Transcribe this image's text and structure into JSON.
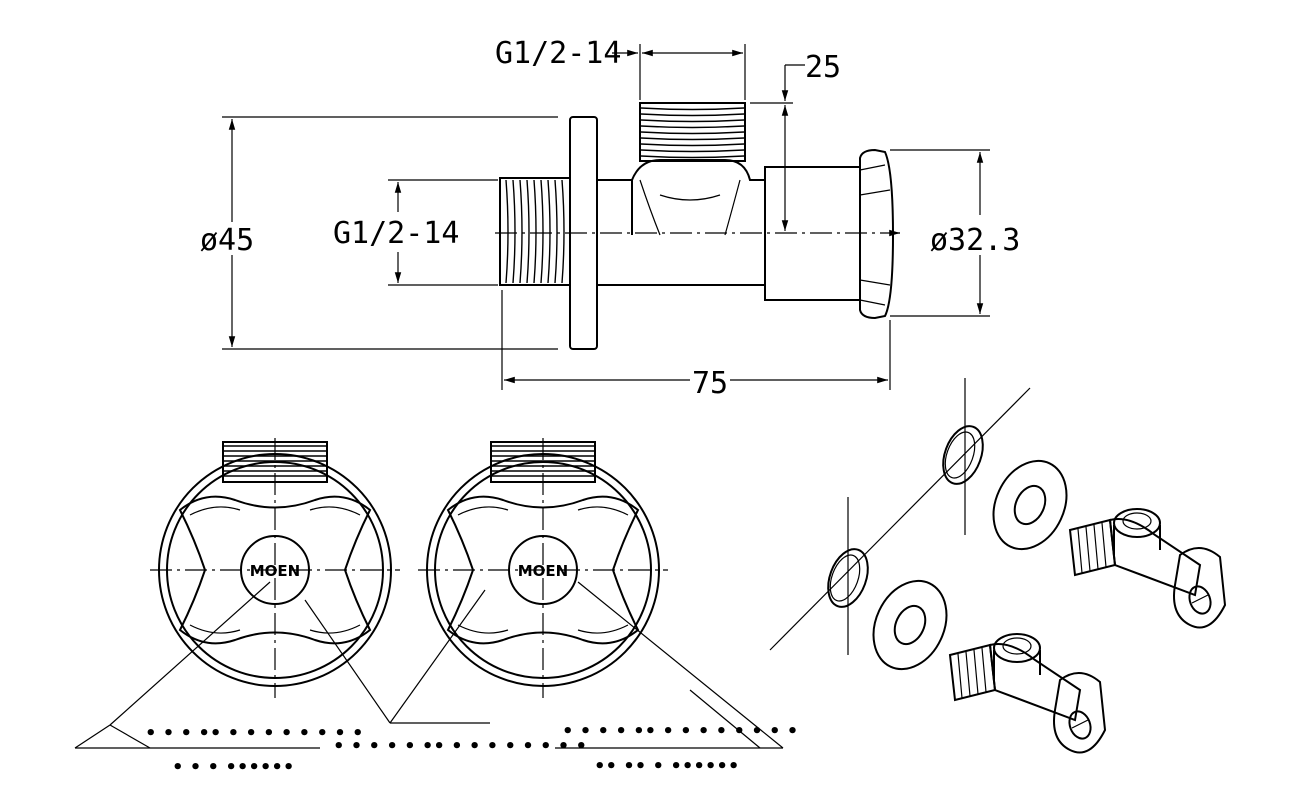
{
  "dimensions": {
    "outlet_thread": "G1/2-14",
    "outlet_height": "25",
    "flange_diameter": "ø45",
    "inlet_thread": "G1/2-14",
    "handle_diameter": "ø32.3",
    "overall_length": "75"
  },
  "handle_logo": "MOEN",
  "callout_placeholders": {
    "left_line_1": "• • • •• • • • • • • • •",
    "left_line_2": "• • •  ••••••",
    "right_line_1": "• • • • •• • • • • • • • •",
    "right_line_2": "• • • • • •• • • • • • • • •",
    "right_line_3": "•• •• • ••••••"
  }
}
